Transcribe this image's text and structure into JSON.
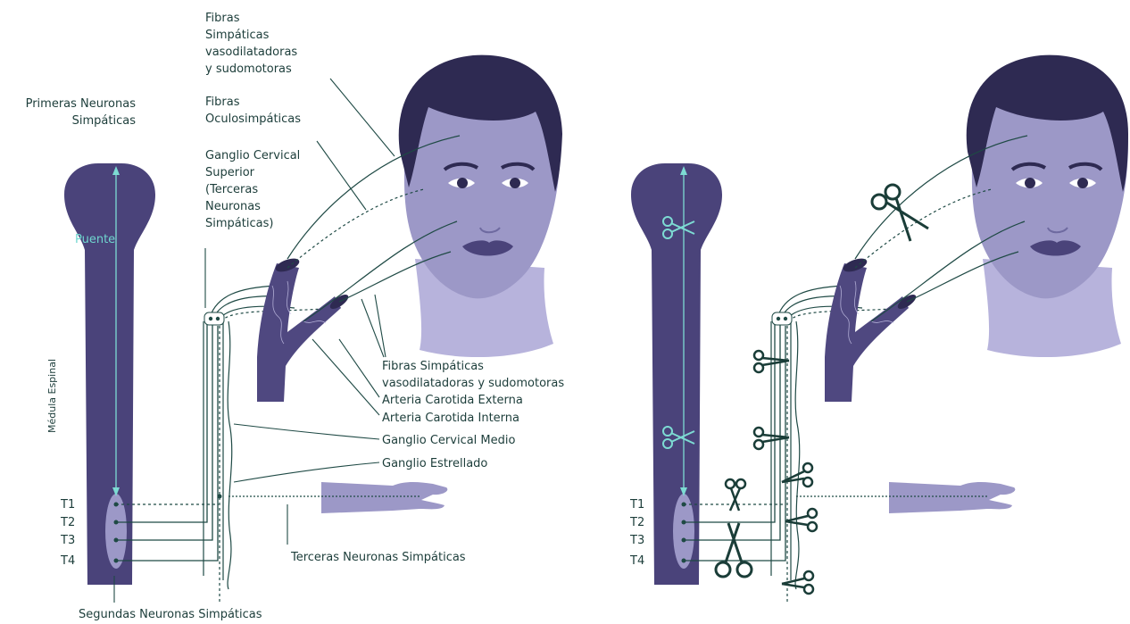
{
  "labels": {
    "fibras_vaso_top_1": "Fibras",
    "fibras_vaso_top_2": "Simpáticas",
    "fibras_vaso_top_3": "vasodilatadoras",
    "fibras_vaso_top_4": "y sudomotoras",
    "fibras_oculo_1": "Fibras",
    "fibras_oculo_2": "Oculosimpáticas",
    "ganglio_sup_1": "Ganglio Cervical",
    "ganglio_sup_2": "Superior",
    "ganglio_sup_3": "(Terceras",
    "ganglio_sup_4": "Neuronas",
    "ganglio_sup_5": "Simpáticas)",
    "primeras_1": "Primeras Neuronas",
    "primeras_2": "Simpáticas",
    "puente": "Puente",
    "medula": "Médula Espinal",
    "fibras_vaso_bottom_1": "Fibras Simpáticas",
    "fibras_vaso_bottom_2": "vasodilatadoras y sudomotoras",
    "arteria_externa": "Arteria Carotida Externa",
    "arteria_interna": "Arteria Carotida Interna",
    "ganglio_medio": "Ganglio Cervical Medio",
    "ganglio_estrellado": "Ganglio Estrellado",
    "terceras": "Terceras Neuronas Simpáticas",
    "segundas": "Segundas Neuronas Simpáticas",
    "t1": "T1",
    "t2": "T2",
    "t3": "T3",
    "t4": "T4"
  },
  "colors": {
    "spine": "#4a437a",
    "face": "#9c98c7",
    "hair": "#2e2a52",
    "artery": "#4f4880",
    "line": "#1f4a45",
    "accent": "#7ddbd3",
    "scissors": "#1a3d38"
  }
}
